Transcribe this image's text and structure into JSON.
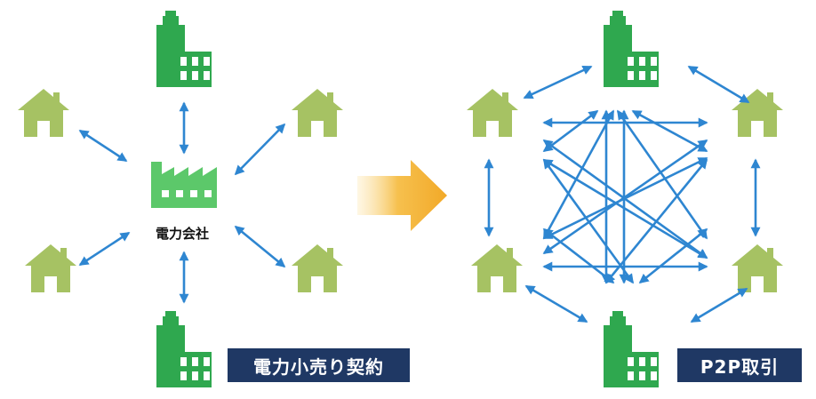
{
  "left": {
    "company_label": "電力会社",
    "contract_label": "電力小売り契約"
  },
  "right": {
    "p2p_label": "P2P取引"
  },
  "colors": {
    "house": "#a6c263",
    "building": "#2fa84f",
    "factory": "#5cc86a",
    "arrow": "#2e86d1",
    "transition_arrow": "#f2a928",
    "label_bg": "#1f3864"
  },
  "icons": [
    "house-icon",
    "building-icon",
    "factory-icon",
    "transition-arrow-icon"
  ]
}
